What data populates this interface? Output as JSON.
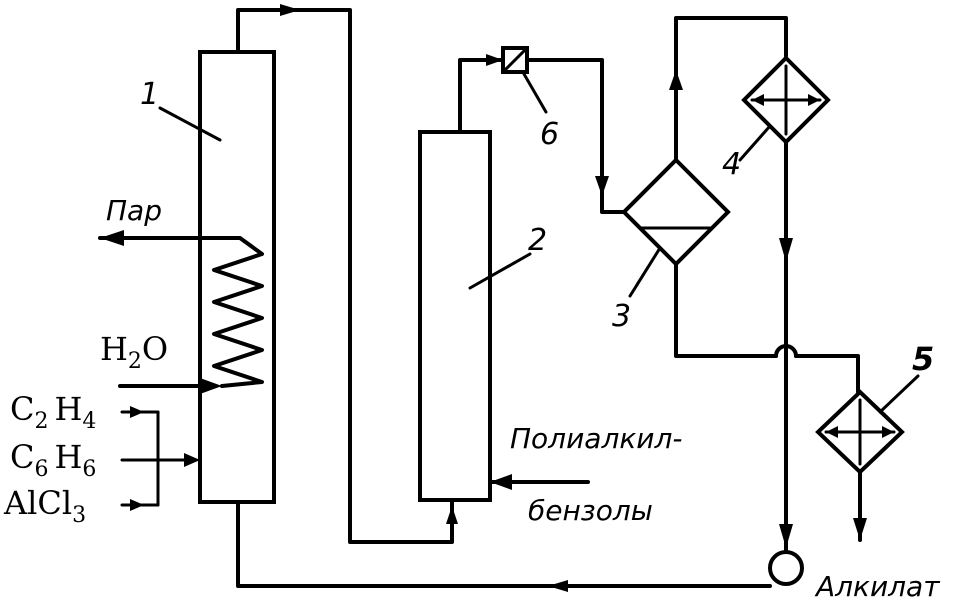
{
  "units": {
    "u1": "1",
    "u2": "2",
    "u3": "3",
    "u4": "4",
    "u5": "5",
    "u6": "6"
  },
  "labels": {
    "steam": "Пар",
    "water_base": "H",
    "water_sub": "2",
    "water_tail": "O",
    "ethylene_base": "C",
    "ethylene_sub1": "2",
    "ethylene_mid": "H",
    "ethylene_sub2": "4",
    "benzene_base": "C",
    "benzene_sub1": "6",
    "benzene_mid": "H",
    "benzene_sub2": "6",
    "alcl3_base": "AlCl",
    "alcl3_sub": "3",
    "polyalkyl_line1": "Полиалкил-",
    "polyalkyl_line2": "бензолы",
    "alkylate": "Алкилат"
  }
}
